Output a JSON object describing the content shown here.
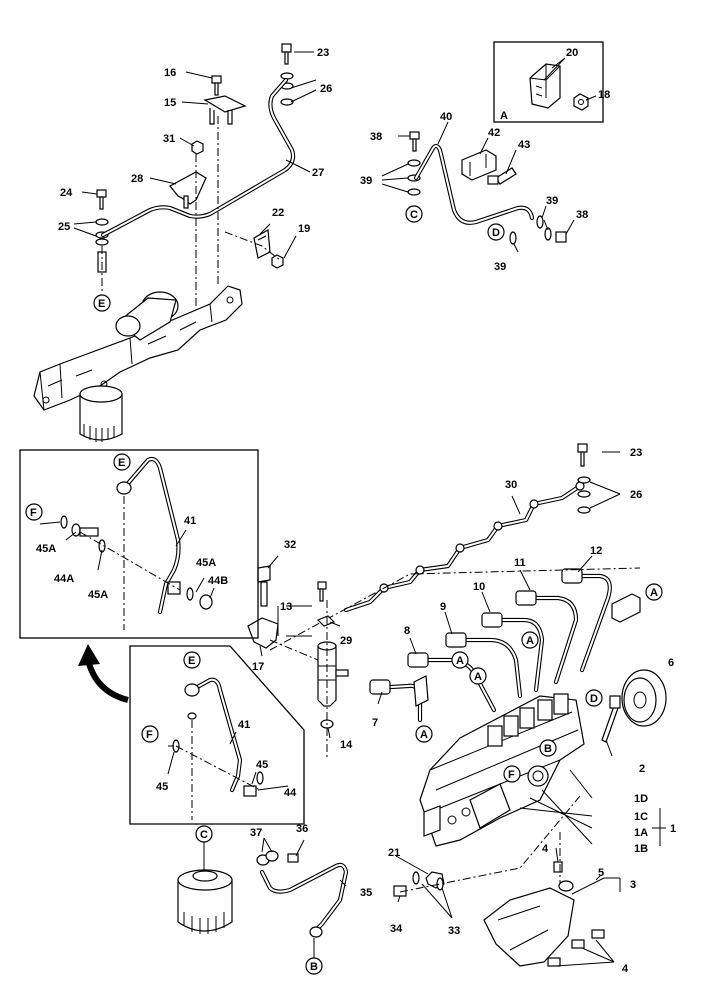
{
  "callouts": {
    "c1": "1",
    "c1a": "1A",
    "c1b": "1B",
    "c1c": "1C",
    "c1d": "1D",
    "c2": "2",
    "c3": "3",
    "c4a": "4",
    "c4b": "4",
    "c5": "5",
    "c6": "6",
    "c7": "7",
    "c8": "8",
    "c9": "9",
    "c10": "10",
    "c11": "11",
    "c12": "12",
    "c13": "13",
    "c14": "14",
    "c15": "15",
    "c16": "16",
    "c17": "17",
    "c18": "18",
    "c19": "19",
    "c20": "20",
    "c21": "21",
    "c22": "22",
    "c23a": "23",
    "c23b": "23",
    "c24": "24",
    "c25": "25",
    "c26a": "26",
    "c26b": "26",
    "c27": "27",
    "c28": "28",
    "c29": "29",
    "c30": "30",
    "c31": "31",
    "c32": "32",
    "c33": "33",
    "c34": "34",
    "c35": "35",
    "c36": "36",
    "c37": "37",
    "c38a": "38",
    "c38b": "38",
    "c39a": "39",
    "c39b": "39",
    "c39c": "39",
    "c40": "40",
    "c41a": "41",
    "c41b": "41",
    "c42": "42",
    "c43": "43",
    "c44": "44",
    "c44a": "44A",
    "c44b": "44B",
    "c45a": "45",
    "c45b": "45",
    "c45aa": "45A",
    "c45ab": "45A",
    "c45ac": "45A"
  },
  "ref_markers": {
    "A1": "A",
    "A2": "A",
    "A3": "A",
    "A4": "A",
    "A5": "A",
    "B1": "B",
    "B2": "B",
    "C1": "C",
    "C2": "C",
    "D1": "D",
    "D2": "D",
    "E1": "E",
    "E2": "E",
    "E3": "E",
    "F1": "F",
    "F2": "F",
    "F3": "F"
  },
  "detail_label": "A"
}
